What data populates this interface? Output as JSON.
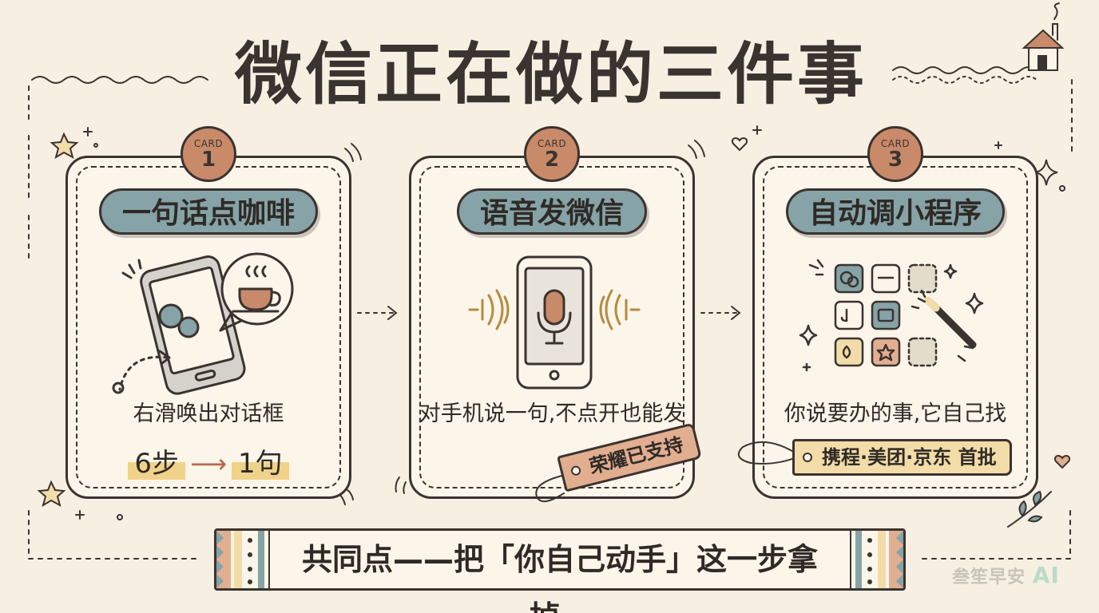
{
  "title": "微信正在做的三件事",
  "cards": [
    {
      "badge_label": "CARD",
      "badge_number": "1",
      "heading": "一句话点咖啡",
      "caption": "右滑唤出对话框",
      "steps_from": "6步",
      "steps_to": "1句",
      "illustration": "phone-with-wechat-chat-and-coffee-bubble"
    },
    {
      "badge_label": "CARD",
      "badge_number": "2",
      "heading": "语音发微信",
      "caption": "对手机说一句,不点开也能发",
      "tag": "荣耀已支持",
      "illustration": "phone-with-microphone-and-sound-waves"
    },
    {
      "badge_label": "CARD",
      "badge_number": "3",
      "heading": "自动调小程序",
      "caption": "你说要办的事,它自己找",
      "tag": "携程·美团·京东 首批",
      "illustration": "mini-program-grid-with-magic-wand"
    }
  ],
  "banner": "共同点——把「你自己动手」这一步拿掉。",
  "watermark": {
    "text": "叁笙早安",
    "suffix": "AI"
  },
  "colors": {
    "background": "#f6efe2",
    "ink": "#3b3330",
    "teal": "#86a3a7",
    "terracotta": "#c98a6a",
    "sand": "#f2dca8",
    "highlight": "#f0d38a"
  }
}
